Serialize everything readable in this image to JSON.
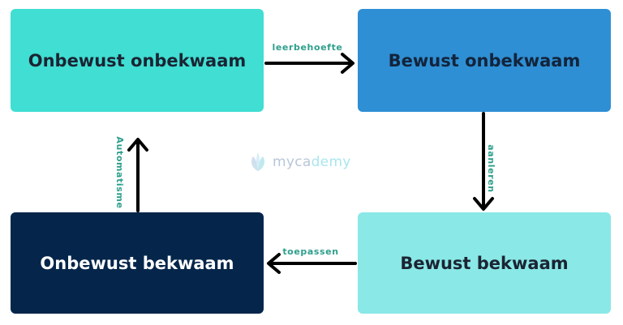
{
  "boxes": {
    "top_left": "Onbewust onbekwaam",
    "top_right": "Bewust onbekwaam",
    "bottom_right": "Bewust bekwaam",
    "bottom_left": "Onbewust bekwaam"
  },
  "edges": {
    "top": "leerbehoefte",
    "right": "aanleren",
    "bottom": "toepassen",
    "left": "Automatisme"
  },
  "logo": {
    "part1": "myca",
    "part2": "demy"
  },
  "colors": {
    "top_left": "#40ded3",
    "top_right": "#2e8fd4",
    "bottom_right": "#8ae8e6",
    "bottom_left": "#05264a",
    "label": "#2e9f8c",
    "arrow": "#000000"
  }
}
